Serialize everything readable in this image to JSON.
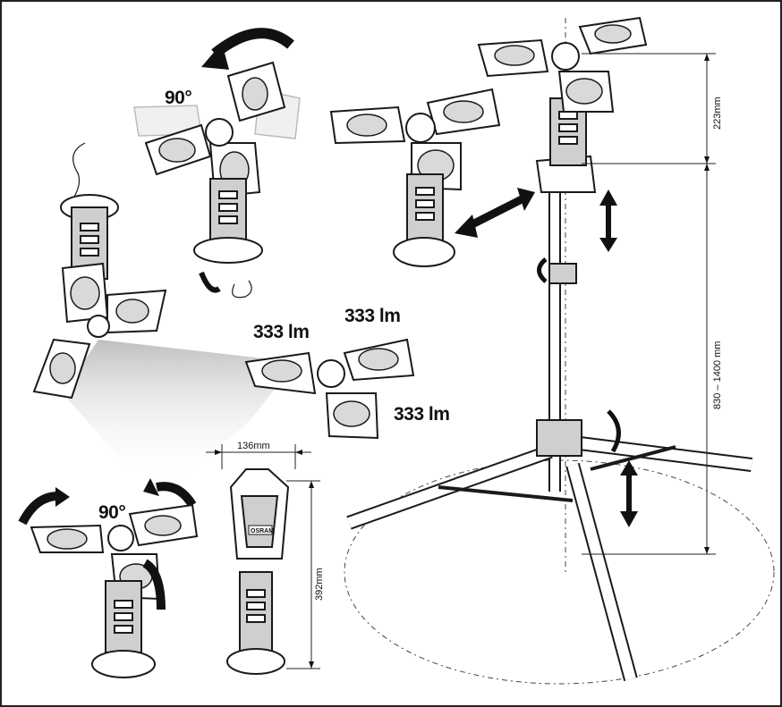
{
  "labels": {
    "rotate_top": "90°",
    "rotate_bottom": "90°",
    "lumen_top": "333 lm",
    "lumen_left": "333 lm",
    "lumen_right": "333 lm",
    "width_dim": "136mm",
    "height_dim": "392mm",
    "head_dim": "223mm",
    "range_dim": "830 – 1400 mm",
    "brand": "OSRAM"
  },
  "colors": {
    "ink": "#1a1a1a",
    "panel_fill": "#ffffff",
    "lens_fill": "#d9d9d9",
    "body_gray": "#cfcfcf",
    "beam_gray": "#bdbdbd"
  },
  "icons": [
    "rotate-arrow-icon",
    "double-arrow-icon",
    "hook-icon"
  ]
}
